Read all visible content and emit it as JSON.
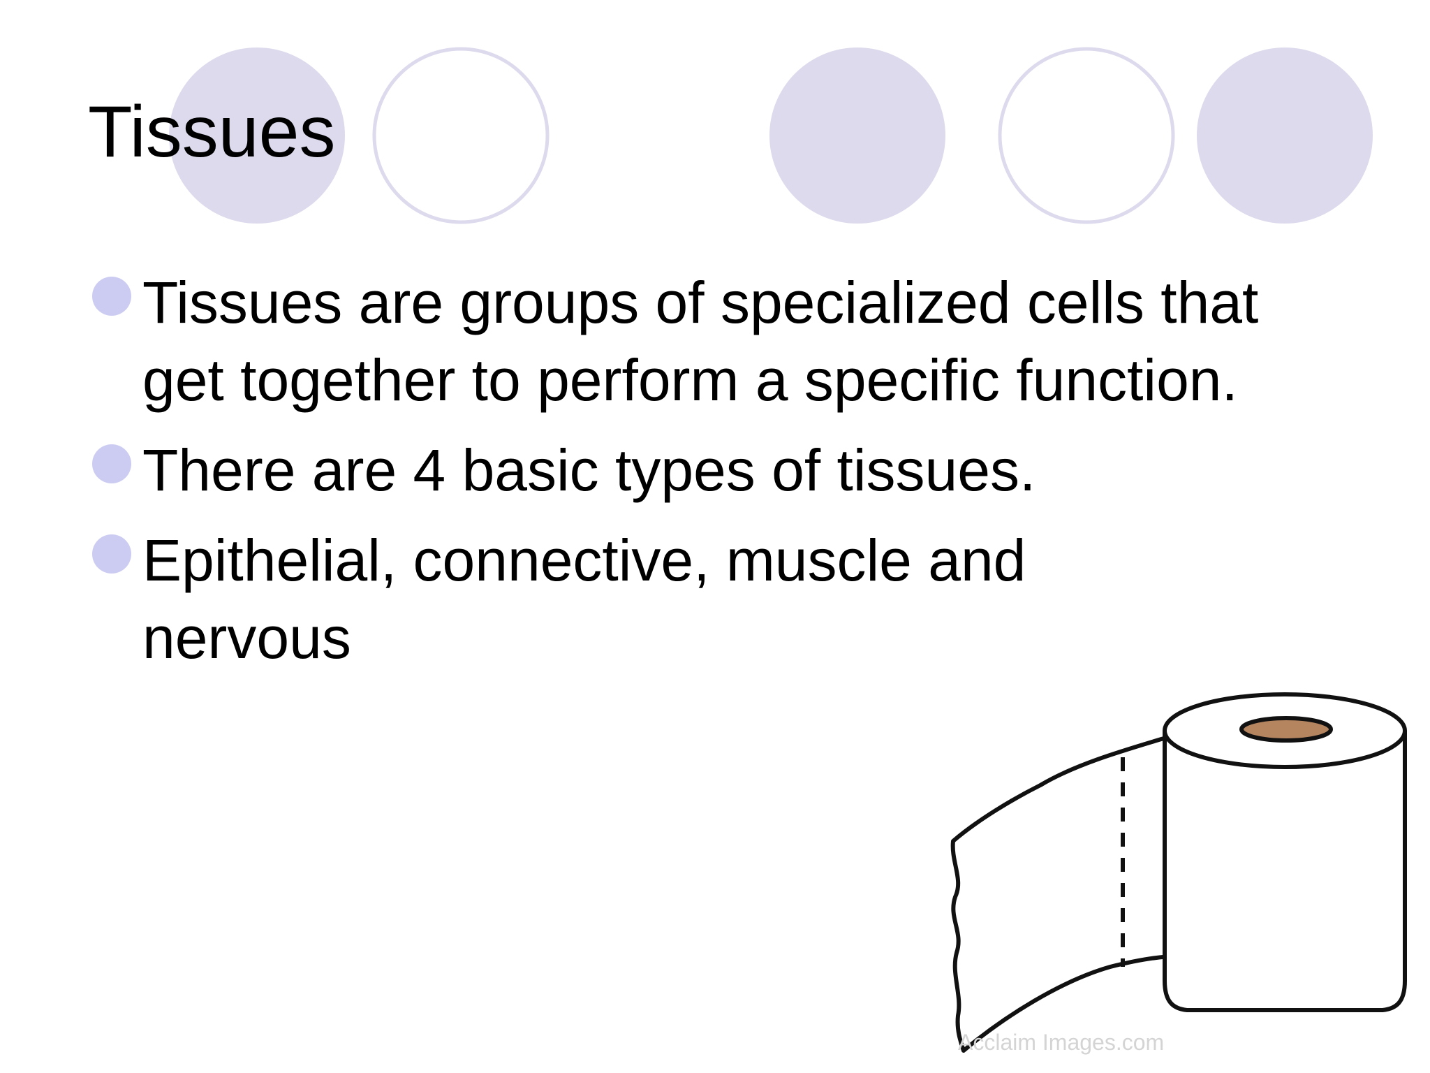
{
  "slide": {
    "title": "Tissues",
    "bullets": [
      {
        "text": "Tissues are groups of specialized cells that get together to perform a specific function."
      },
      {
        "text": "There are 4 basic types of tissues."
      },
      {
        "text": "Epithelial, connective, muscle and nervous"
      }
    ],
    "clipart": {
      "icon": "toilet-paper-roll-icon",
      "watermark": "Acclaim Images.com"
    },
    "colors": {
      "decor_circle_fill": "#dcdaec",
      "decor_circle_stroke": "#dcdaec",
      "bullet": "#ccccf2",
      "roll_core": "#b58560",
      "text": "#000000"
    }
  }
}
